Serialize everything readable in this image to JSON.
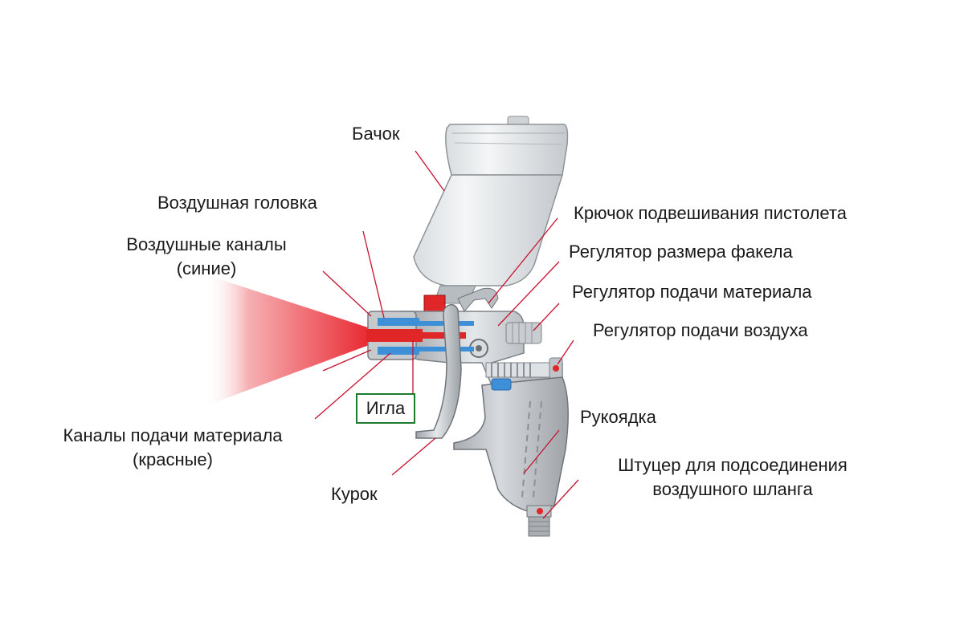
{
  "labels": {
    "tank": "Бачок",
    "air_cap": "Воздушная головка",
    "air_channels_line1": "Воздушные каналы",
    "air_channels_line2": "(синие)",
    "material_channels_line1": "Каналы подачи материала",
    "material_channels_line2": "(красные)",
    "needle": "Игла",
    "trigger": "Курок",
    "hook": "Крючок подвешивания пистолета",
    "fan_regulator": "Регулятор размера факела",
    "material_regulator": "Регулятор подачи материала",
    "air_regulator": "Регулятор подачи воздуха",
    "handle": "Рукоядка",
    "fitting_line1": "Штуцер для подсоединения",
    "fitting_line2": "воздушного шланга"
  },
  "colors": {
    "spray": "#e8202a",
    "air_channel": "#3d8fd8",
    "material_channel": "#e02626",
    "needle_box_border": "#1d7a2e",
    "leader_line": "#c8102e"
  }
}
